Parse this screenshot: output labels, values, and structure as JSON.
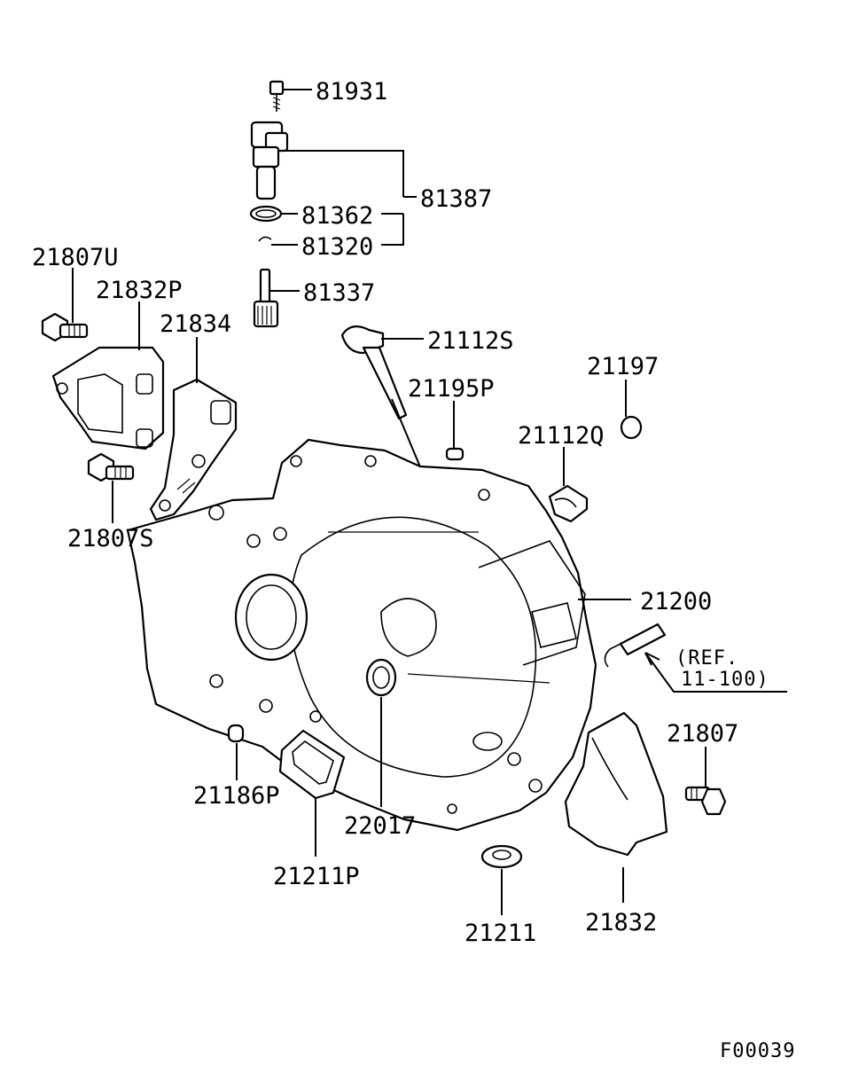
{
  "labels": {
    "p81931": "81931",
    "p81387": "81387",
    "p81362": "81362",
    "p81320": "81320",
    "p81337": "81337",
    "p21807U": "21807U",
    "p21832P": "21832P",
    "p21834": "21834",
    "p21112S": "21112S",
    "p21197": "21197",
    "p21195P": "21195P",
    "p21112Q": "21112Q",
    "p21807S": "21807S",
    "p21200": "21200",
    "ref_line1": "(REF.",
    "ref_line2": "11-100)",
    "p21807": "21807",
    "p21186P": "21186P",
    "p22017": "22017",
    "p21211P": "21211P",
    "p21211": "21211",
    "p21832": "21832"
  },
  "figure_code": "F00039"
}
